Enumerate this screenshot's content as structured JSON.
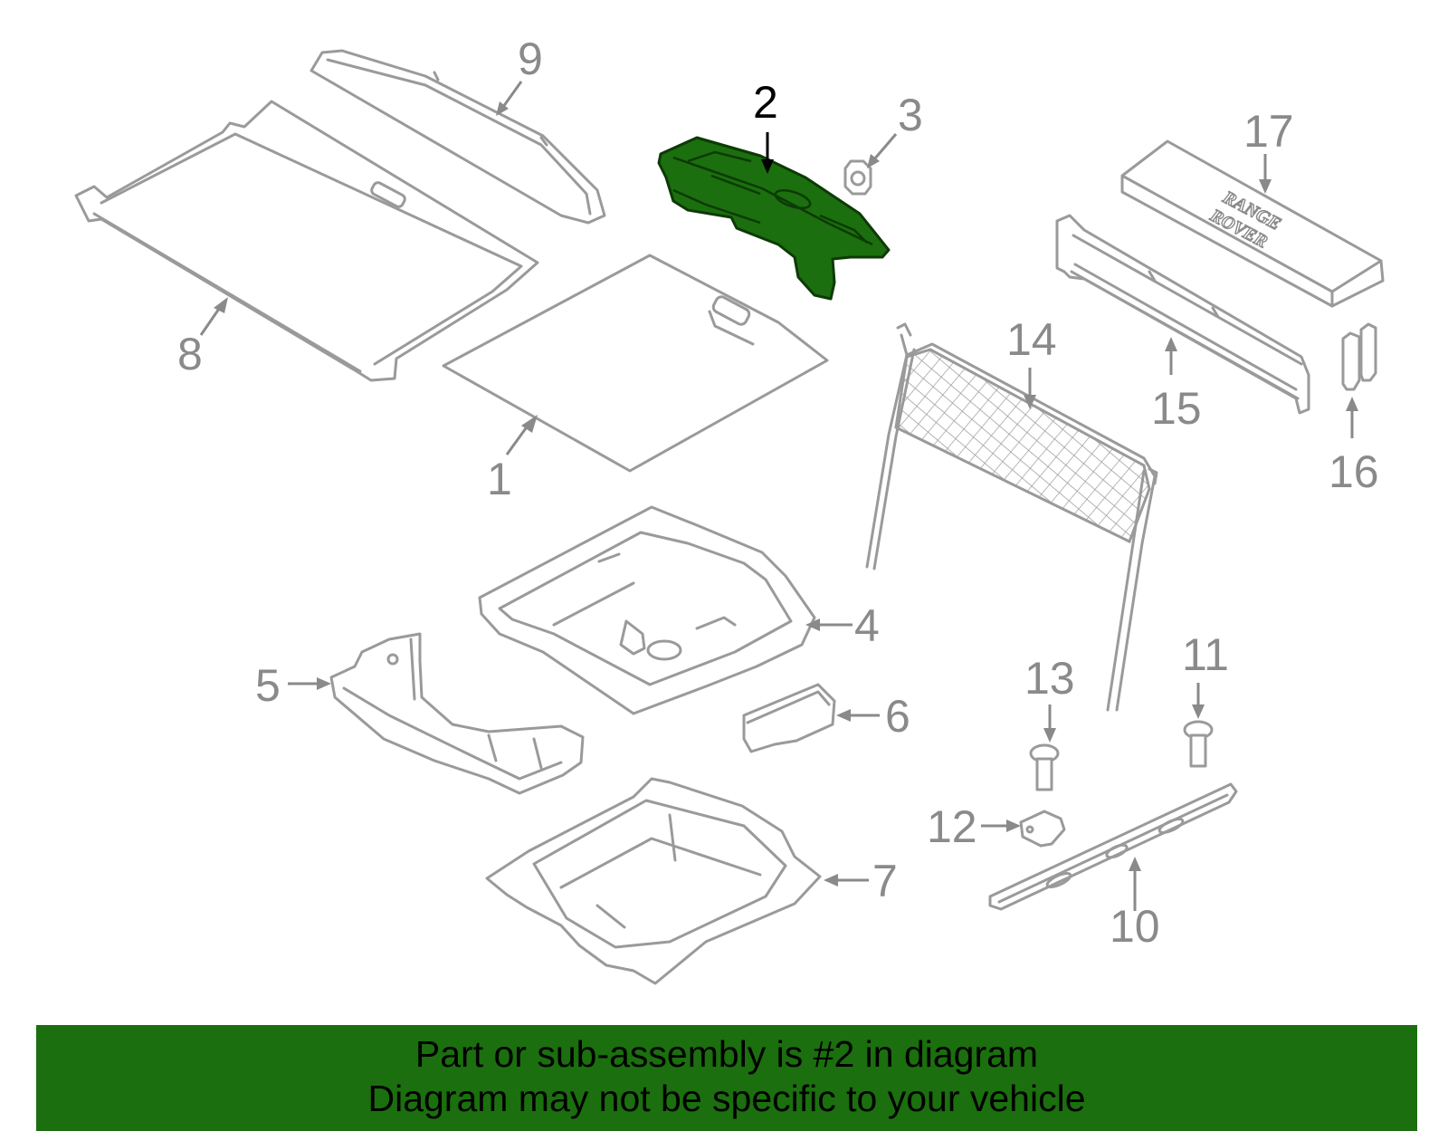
{
  "diagram": {
    "highlighted_part": "2",
    "callouts": [
      {
        "id": "1",
        "label": "1"
      },
      {
        "id": "2",
        "label": "2"
      },
      {
        "id": "3",
        "label": "3"
      },
      {
        "id": "4",
        "label": "4"
      },
      {
        "id": "5",
        "label": "5"
      },
      {
        "id": "6",
        "label": "6"
      },
      {
        "id": "7",
        "label": "7"
      },
      {
        "id": "8",
        "label": "8"
      },
      {
        "id": "9",
        "label": "9"
      },
      {
        "id": "10",
        "label": "10"
      },
      {
        "id": "11",
        "label": "11"
      },
      {
        "id": "12",
        "label": "12"
      },
      {
        "id": "13",
        "label": "13"
      },
      {
        "id": "14",
        "label": "14"
      },
      {
        "id": "15",
        "label": "15"
      },
      {
        "id": "16",
        "label": "16"
      },
      {
        "id": "17",
        "label": "17"
      }
    ],
    "part_17_emboss": [
      "RANGE",
      "ROVER"
    ],
    "colors": {
      "highlight": "#1b6f0e",
      "outline": "#9a9a9a",
      "callout": "#8a8a8a",
      "active_callout": "#000000"
    }
  },
  "banner": {
    "line1": "Part or sub-assembly is #2 in diagram",
    "line2": "Diagram may not be specific to your vehicle"
  }
}
